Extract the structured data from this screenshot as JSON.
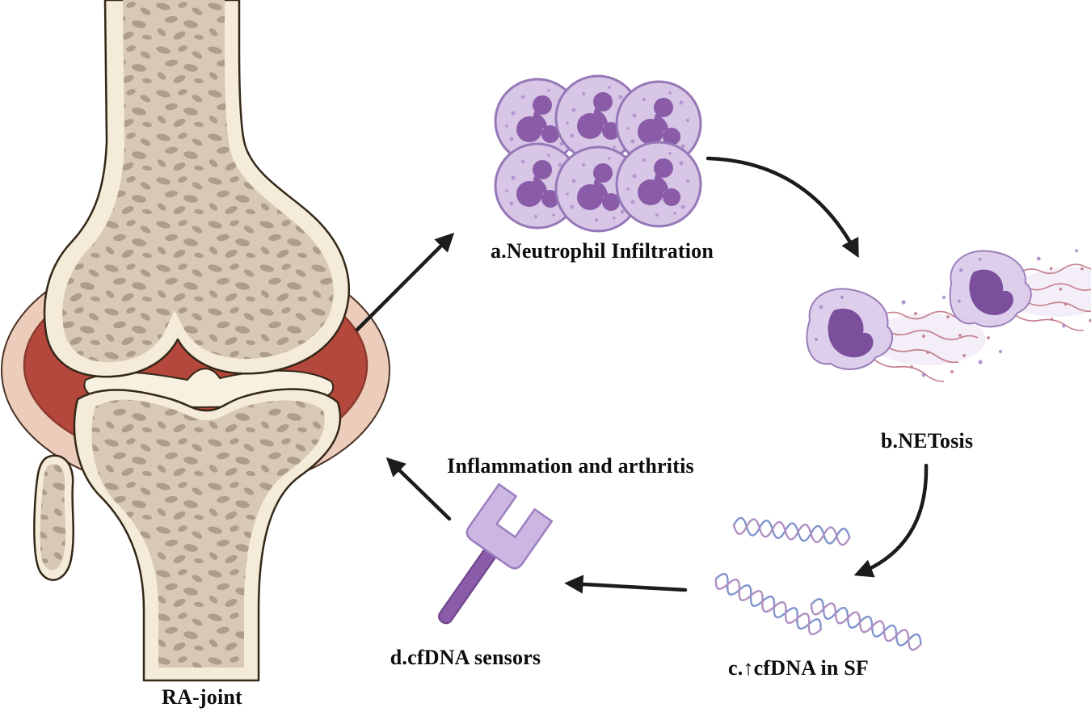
{
  "diagram": {
    "joint": {
      "label": "RA-joint"
    },
    "steps": {
      "a": {
        "label": "a.Neutrophil Infiltration"
      },
      "b": {
        "label": "b.NETosis"
      },
      "c": {
        "label": "c.↑cfDNA in SF"
      },
      "d": {
        "label": "d.cfDNA sensors"
      }
    },
    "outcome_label": "Inflammation and arthritis",
    "colors": {
      "background": "#ffffff",
      "bone_outer": "#f5ebd9",
      "bone_inner": "#d7c9b5",
      "bone_spot": "#ae9e89",
      "outline": "#332718",
      "synovium_red": "#b5483c",
      "synovium_dark": "#8c3a2e",
      "capsule_pink": "#ecccba",
      "capsule_stroke": "#4a3426",
      "cartilage": "#f8f0e0",
      "neutrophil_body": "#d7c6e6",
      "neutrophil_rim": "#9678b8",
      "neutrophil_nucleus": "#8a5ca8",
      "speckle": "#a787c6",
      "net_blob": "#dccdeb",
      "net_nucleus": "#7b4f9c",
      "net_strand": "#c5808f",
      "dna_a": "#8094cd",
      "dna_b": "#b08fc2",
      "sensor_light": "#cbb7e2",
      "sensor_light_stroke": "#9c7fc0",
      "sensor_dark": "#8a5ba8",
      "sensor_dark_stroke": "#6d4389",
      "arrow": "#1c1c1c"
    }
  }
}
